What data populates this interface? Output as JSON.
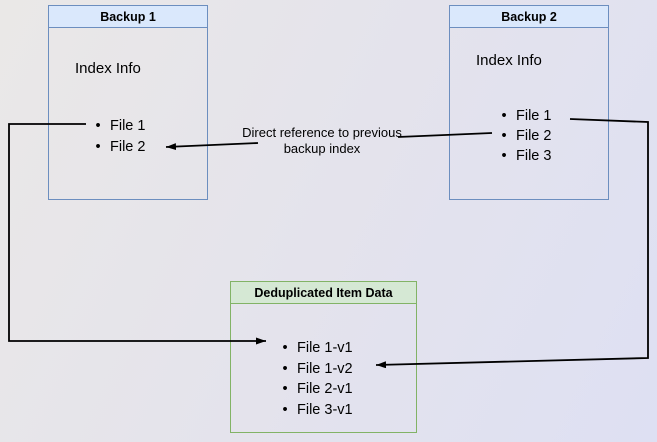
{
  "diagram": {
    "backup1": {
      "title": "Backup 1",
      "section_label": "Index Info",
      "files": [
        "File 1",
        "File 2"
      ]
    },
    "backup2": {
      "title": "Backup 2",
      "section_label": "Index Info",
      "files": [
        "File 1",
        "File 2",
        "File 3"
      ]
    },
    "dedup": {
      "title": "Deduplicated Item Data",
      "items": [
        "File 1-v1",
        "File 1-v2",
        "File 2-v1",
        "File 3-v1"
      ]
    },
    "annotation": {
      "label": "Direct reference to previous backup index"
    },
    "bullet_glyph": "•"
  },
  "colors": {
    "blue_border": "#6c8ebf",
    "blue_header_fill": "#dae8fc",
    "green_border": "#82b366",
    "green_header_fill": "#d5e8d4",
    "arrow": "#000000",
    "text": "#000000",
    "background_start": "#eae8e7",
    "background_end": "#dee0f3"
  }
}
